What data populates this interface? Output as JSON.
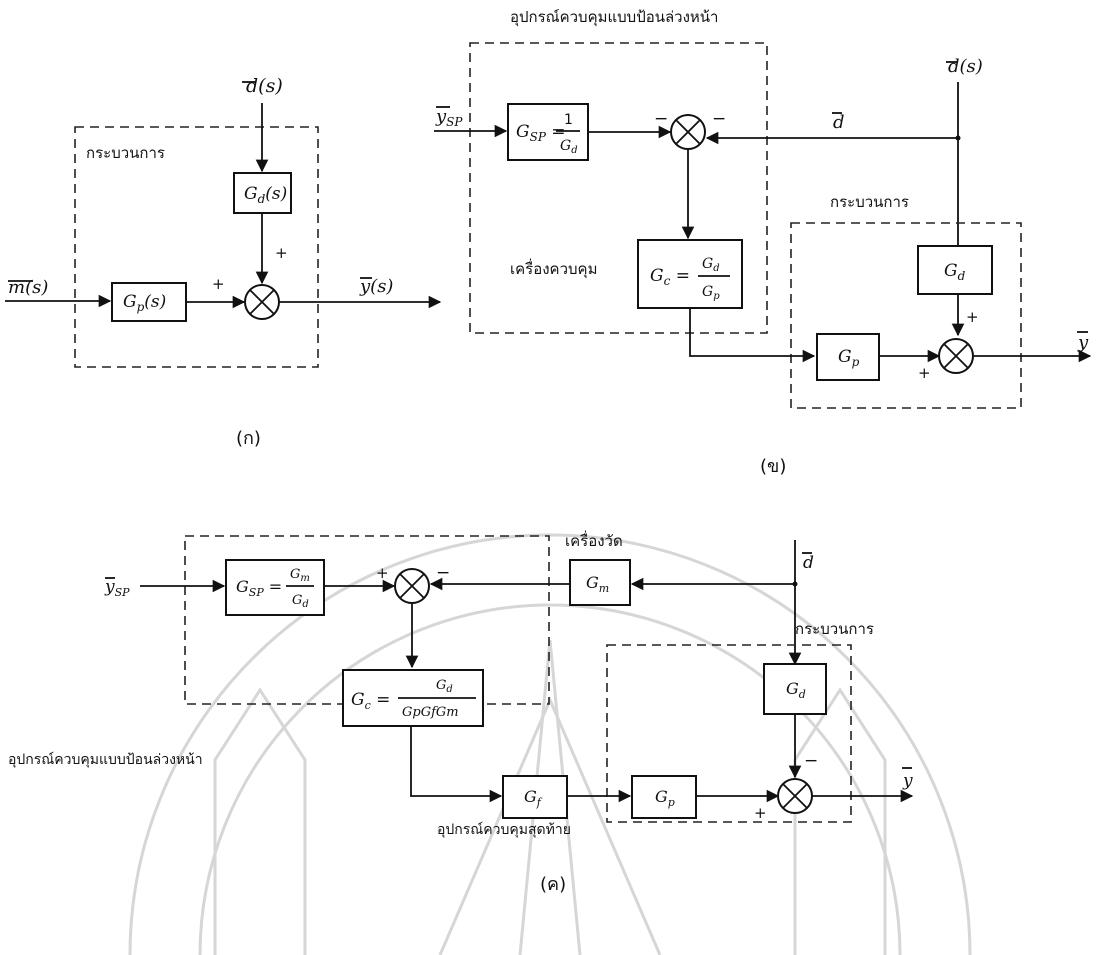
{
  "a": {
    "input": "m(s)",
    "output": "y(s)",
    "disturbance": "d(s)",
    "process_label": "กระบวนการ",
    "gd": "G",
    "gd_sub": "d",
    "gd_arg": "(s)",
    "gp": "G",
    "gp_sub": "p",
    "gp_arg": "(s)",
    "sign_top": "+",
    "sign_left": "+",
    "caption": "(ก)"
  },
  "b": {
    "controller_title": "อุปกรณ์ควบคุมแบบป้อนล่วงหน้า",
    "process_label": "กระบวนการ",
    "controller_label": "เครื่องควบคุม",
    "ysp": "y",
    "ysp_sub": "SP",
    "disturbance": "d(s)",
    "d_line": "d",
    "gsp": "G",
    "gsp_sub": "SP",
    "gsp_num": "1",
    "gsp_den": "G",
    "gsp_den_sub": "d",
    "gc": "G",
    "gc_sub": "c",
    "gc_num": "G",
    "gc_num_sub": "d",
    "gc_den": "G",
    "gc_den_sub": "p",
    "gd": "G",
    "gd_sub": "d",
    "gp": "G",
    "gp_sub": "p",
    "output": "y",
    "sign_minus1": "−",
    "sign_minus2": "−",
    "sign_plus_top": "+",
    "sign_plus_left": "+",
    "caption": "(ข)"
  },
  "c": {
    "ysp": "y",
    "ysp_sub": "SP",
    "gsp": "G",
    "gsp_sub": "SP",
    "gsp_num": "G",
    "gsp_num_sub": "m",
    "gsp_den": "G",
    "gsp_den_sub": "d",
    "sensor_label": "เครื่องวัด",
    "gm": "G",
    "gm_sub": "m",
    "d_label": "d",
    "process_label": "กระบวนการ",
    "gc": "G",
    "gc_sub": "c",
    "gc_num": "G",
    "gc_num_sub": "d",
    "gc_den": "GpGfGm",
    "gd": "G",
    "gd_sub": "d",
    "ff_label": "อุปกรณ์ควบคุมแบบป้อนล่วงหน้า",
    "gf": "G",
    "gf_sub": "f",
    "gp": "G",
    "gp_sub": "p",
    "final_label": "อุปกรณ์ควบคุมสุดท้าย",
    "output": "y",
    "sign_plus": "+",
    "sign_minus": "−",
    "sign_minus_top": "−",
    "sign_plus_bottom": "+",
    "caption": "(ค)"
  }
}
